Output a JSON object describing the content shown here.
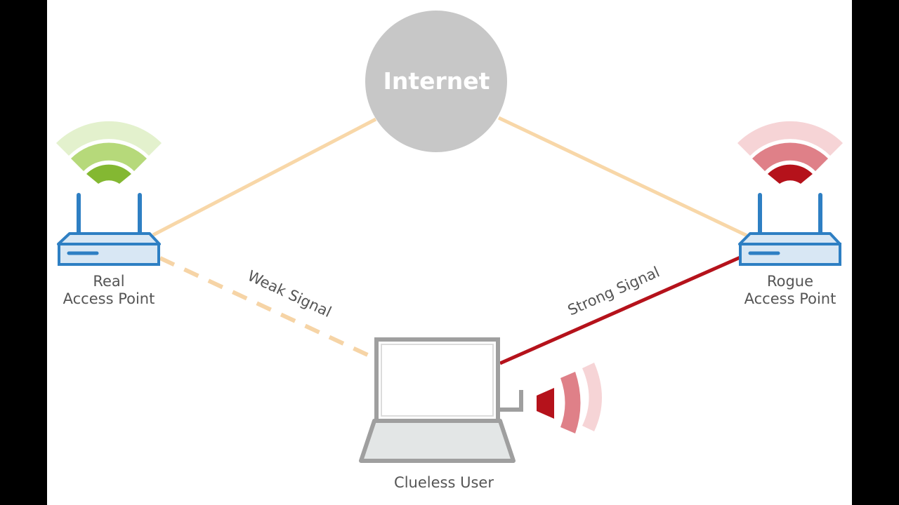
{
  "internet": {
    "label": "Internet"
  },
  "real_ap": {
    "line1": "Real",
    "line2": "Access Point"
  },
  "rogue_ap": {
    "line1": "Rogue",
    "line2": "Access Point"
  },
  "user": {
    "label": "Clueless User"
  },
  "links": {
    "weak": "Weak Signal",
    "strong": "Strong Signal"
  },
  "colors": {
    "backbone": "#f8d7a8",
    "weak_link": "#f6d4a6",
    "strong_link": "#b5121b",
    "router": "#2e7fc3",
    "router_fill": "#d8e7f4",
    "laptop": "#9f9f9f",
    "internet": "#c7c7c7",
    "real_wifi": [
      "#e3f1cd",
      "#b6d97a",
      "#84b832"
    ],
    "rogue_wifi": [
      "#f6d4d6",
      "#df8088",
      "#b5121b"
    ]
  }
}
